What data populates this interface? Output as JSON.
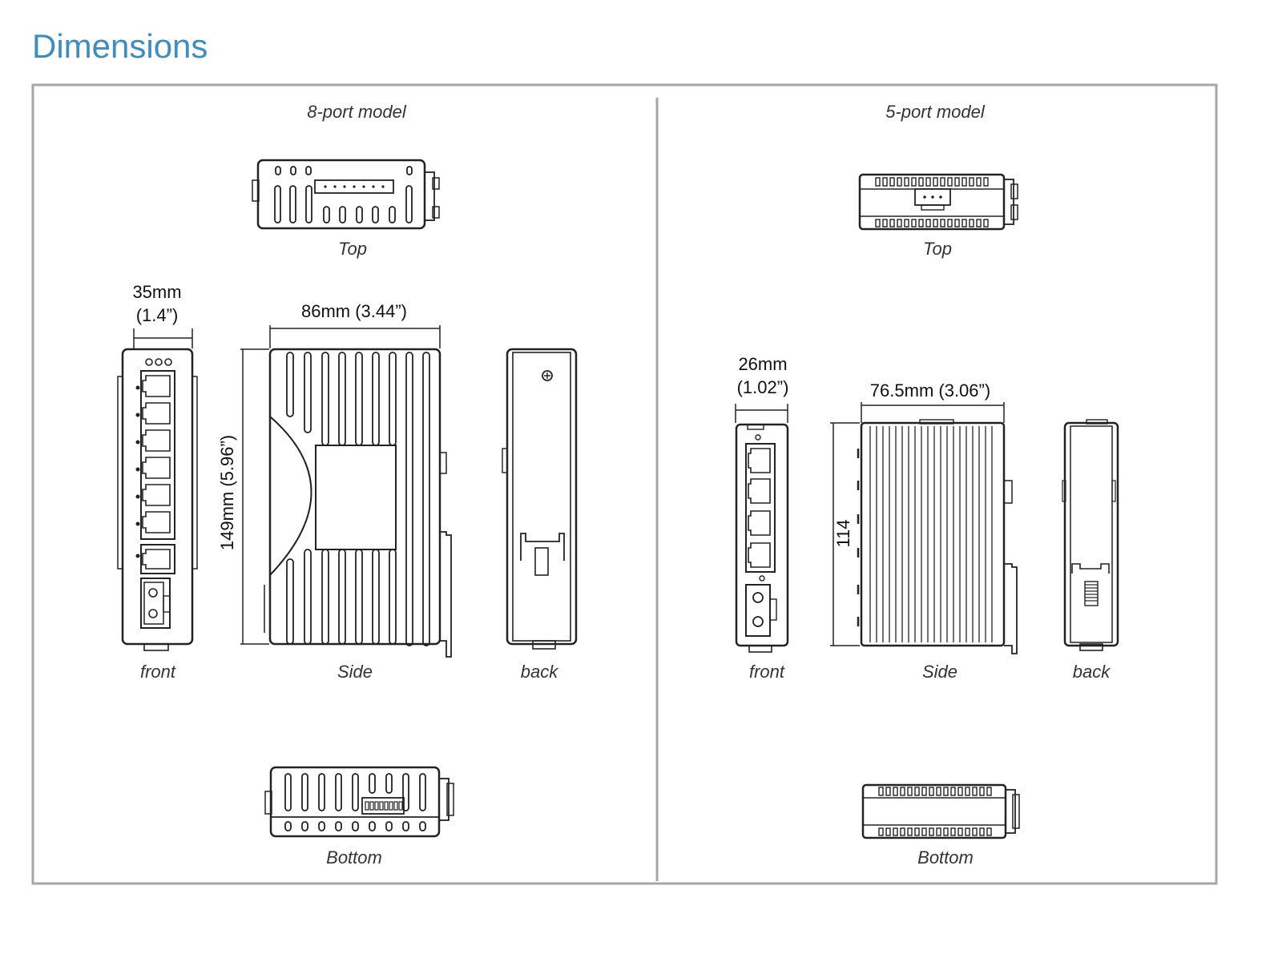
{
  "page": {
    "title": "Dimensions"
  },
  "colors": {
    "title": "#3d8dbf",
    "frame": "#a6a6a6",
    "line": "#222222",
    "text": "#333333"
  },
  "models": [
    {
      "name": "8-port model",
      "views": {
        "top": "Top",
        "front": "front",
        "side": "Side",
        "back": "back",
        "bottom": "Bottom"
      },
      "dimensions": {
        "width_mm": "35mm",
        "width_in": "(1.4”)",
        "depth": "86mm (3.44”)",
        "height": "149mm (5.96”)"
      }
    },
    {
      "name": "5-port model",
      "views": {
        "top": "Top",
        "front": "front",
        "side": "Side",
        "back": "back",
        "bottom": "Bottom"
      },
      "dimensions": {
        "width_mm": "26mm",
        "width_in": "(1.02”)",
        "depth": "76.5mm (3.06”)",
        "height": "114"
      }
    }
  ]
}
